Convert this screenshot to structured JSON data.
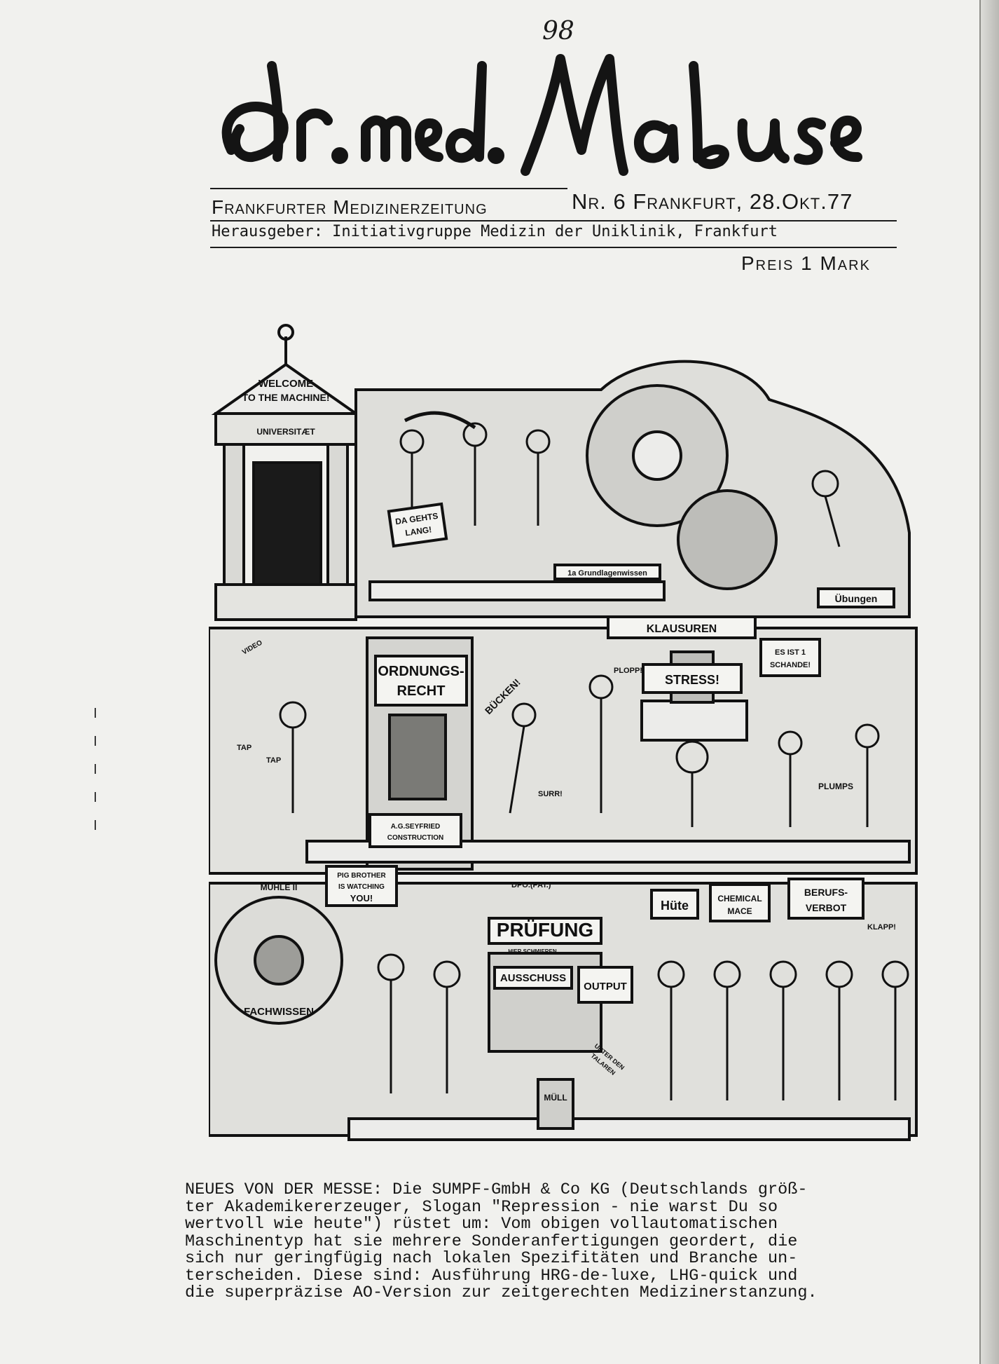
{
  "handwritten_note": "98",
  "masthead": {
    "title": "Dr. med. Mabuse",
    "subtitle": "Frankfurter Medizinerzeitung",
    "issue": "Nr. 6  Frankfurt, 28.Okt.77",
    "publisher": "Herausgeber: Initiativgruppe Medizin der Uniklinik, Frankfurt",
    "price": "Preis 1 Mark"
  },
  "cartoon": {
    "signs": {
      "welcome": [
        "WELCOME",
        "TO THE MACHINE!"
      ],
      "university": "UNIVERSITÆT",
      "da_gehts": [
        "DA GEHTS",
        "LANG!"
      ],
      "grundlagen": "1a Grundlagenwissen",
      "uebungen": "Übungen",
      "ordnungsrecht": [
        "ORDNUNGS-",
        "RECHT"
      ],
      "buecken": "BÜCKEN!",
      "plopp": "PLOPP!",
      "klausuren": "KLAUSUREN",
      "stress": "STRESS!",
      "schande": [
        "ES IST 1",
        "SCHANDE!"
      ],
      "video": "VIDEO",
      "tap1": "TAP",
      "tap2": "TAP",
      "surr": "SURR!",
      "plumps": "PLUMPS",
      "signature": [
        "A.G.SEYFRIED",
        "CONSTRUCTION"
      ],
      "pig_brother": [
        "PIG BROTHER",
        "IS WATCHING",
        "YOU!"
      ],
      "muehle": "MÜHLE II",
      "fachwissen": "FACHWISSEN",
      "dpo": "DPO.(PAT.)",
      "pruefung": "PRÜFUNG",
      "hier_schmieren": "HIER SCHMIEREN",
      "ausschuss": "AUSSCHUSS",
      "output": "OUTPUT",
      "huete": "Hüte",
      "chemical": [
        "CHEMICAL",
        "MACE"
      ],
      "berufsverbot": [
        "BERUFS-",
        "VERBOT"
      ],
      "klapp": "KLAPP!",
      "muell": "MÜLL",
      "talaren": [
        "UNTER DEN",
        "TALAREN"
      ]
    }
  },
  "article": {
    "text": "NEUES VON DER MESSE: Die SUMPF-GmbH & Co KG (Deutschlands größ-\nter Akademikererzeuger, Slogan \"Repression - nie warst Du so\nwertvoll wie heute\") rüstet um: Vom obigen vollautomatischen\nMaschinentyp hat sie mehrere Sonderanfertigungen geordert, die\nsich nur geringfügig nach lokalen Spezifitäten und Branche un-\nterscheiden. Diese sind: Ausführung HRG-de-luxe, LHG-quick und\ndie superpräzise AO-Version zur zeitgerechten Medizinerstanzung."
  },
  "colors": {
    "ink": "#161616",
    "paper": "#f1f1ee"
  }
}
